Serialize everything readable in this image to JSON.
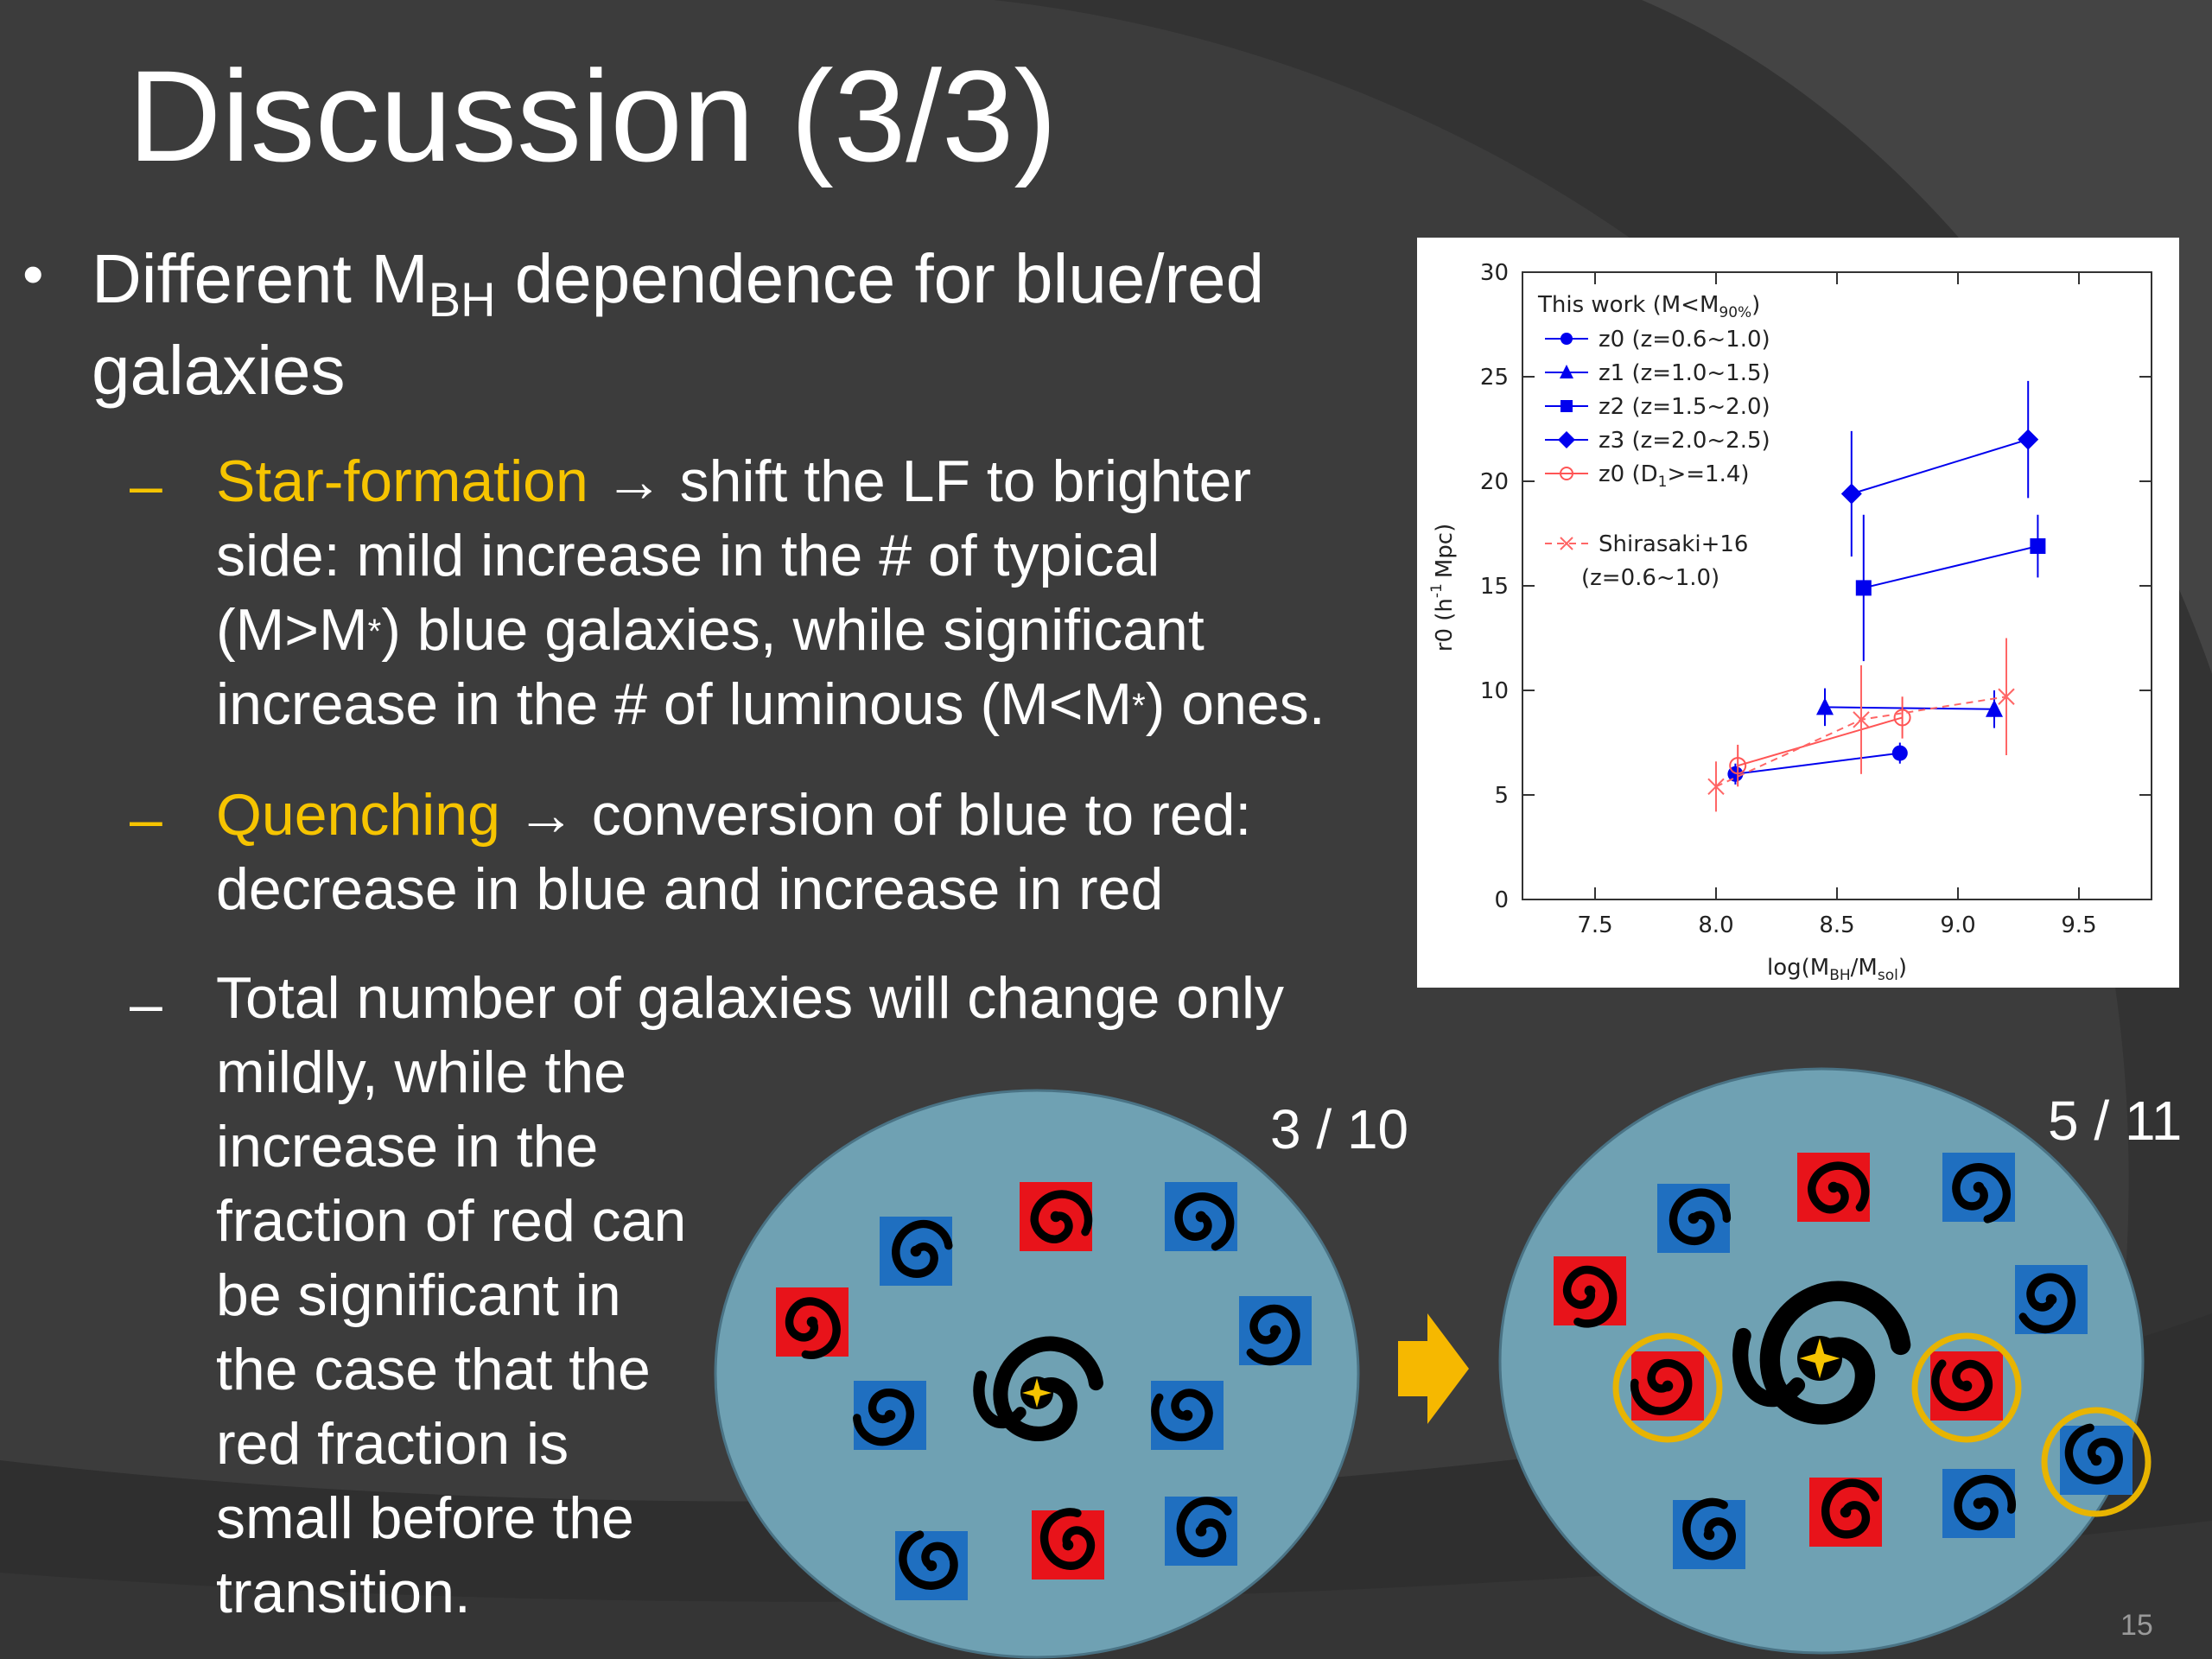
{
  "slide": {
    "title": "Discussion (3/3)",
    "page_number": "15",
    "bullet": {
      "text_before": "Different M",
      "subscript": "BH",
      "text_after": " dependence for blue/red galaxies"
    },
    "sub_bullets": [
      {
        "dash": "–",
        "highlight": "Star-formation",
        "arrow": " → ",
        "line1": "shift the LF to brighter",
        "line2": "side: mild increase in the # of typical",
        "line3_pre": "(M>M",
        "line3_post": ") blue galaxies, while significant",
        "line4_pre": "increase in the # of luminous (M<M",
        "line4_post": ") ones.",
        "star": "*"
      },
      {
        "dash": "–",
        "highlight": "Quenching",
        "arrow": " → ",
        "line1": "conversion of blue to red:",
        "line2": "decrease in blue and increase in red"
      },
      {
        "dash": "–",
        "lines": [
          "Total number of galaxies will change only",
          "mildly, while the",
          "increase in the",
          "fraction of red can",
          "be significant in",
          "the case that the",
          "red fraction is",
          "small before the",
          "transition."
        ]
      }
    ],
    "diagram": {
      "before_fraction": "3 / 10",
      "after_fraction": "5 / 11",
      "colors": {
        "cluster": "#6fa1b3",
        "blue_galaxy": "#1f6fc0",
        "red_galaxy": "#e8131a",
        "arrow": "#f6b800",
        "ring": "#e8b400"
      },
      "icons": {
        "galaxy": "spiral-galaxy-icon",
        "black_hole": "black-hole-icon",
        "transition": "arrow-right-icon",
        "circle": "highlight-ring-icon"
      }
    }
  },
  "chart_data": {
    "type": "scatter",
    "title": "",
    "xlabel": "log(M",
    "xlabel_sub": "BH",
    "xlabel_mid": "/M",
    "xlabel_sub2": "sol",
    "xlabel_end": ")",
    "ylabel": "r0 (h",
    "ylabel_sup": "-1",
    "ylabel_end": "Mpc)",
    "xlim": [
      7.2,
      9.8
    ],
    "ylim": [
      0,
      30
    ],
    "xticks": [
      "7.5",
      "8.0",
      "8.5",
      "9.0",
      "9.5"
    ],
    "yticks": [
      "0",
      "5",
      "10",
      "15",
      "20",
      "25",
      "30"
    ],
    "legend": {
      "header": "This work (M<M",
      "header_sub": "90%",
      "header_end": ")",
      "placement": "top-left"
    },
    "series": [
      {
        "name": "z0 (z=0.6~1.0)",
        "marker": "circle",
        "color": "#0000ee",
        "points": [
          {
            "x": 8.08,
            "y": 6.0,
            "err": 0.5
          },
          {
            "x": 8.76,
            "y": 7.0,
            "err": 0.5
          }
        ]
      },
      {
        "name": "z1 (z=1.0~1.5)",
        "marker": "triangle",
        "color": "#0000ee",
        "points": [
          {
            "x": 8.45,
            "y": 9.2,
            "err": 0.9
          },
          {
            "x": 9.15,
            "y": 9.1,
            "err": 0.9
          }
        ]
      },
      {
        "name": "z2 (z=1.5~2.0)",
        "marker": "square",
        "color": "#0000ee",
        "points": [
          {
            "x": 8.61,
            "y": 14.9,
            "err": 3.5
          },
          {
            "x": 9.33,
            "y": 16.9,
            "err": 1.5
          }
        ]
      },
      {
        "name": "z3 (z=2.0~2.5)",
        "marker": "diamond",
        "color": "#0000ee",
        "points": [
          {
            "x": 8.56,
            "y": 19.4,
            "err": 3.0
          },
          {
            "x": 9.29,
            "y": 22.0,
            "err": 2.8
          }
        ]
      },
      {
        "name_pre": "z0 (D",
        "name_sub": "1",
        "name_post": ">=1.4)",
        "marker": "open-circle",
        "color": "#ff5555",
        "points": [
          {
            "x": 8.09,
            "y": 6.4,
            "err": 1.0
          },
          {
            "x": 8.77,
            "y": 8.7,
            "err": 1.0
          }
        ]
      },
      {
        "name": "Shirasaki+16",
        "name_line2": "(z=0.6~1.0)",
        "marker": "cross",
        "color": "#ff6666",
        "dashed": true,
        "points": [
          {
            "x": 8.0,
            "y": 5.4,
            "err": 1.2
          },
          {
            "x": 8.6,
            "y": 8.6,
            "err": 2.6
          },
          {
            "x": 9.2,
            "y": 9.7,
            "err": 2.8
          }
        ]
      }
    ]
  }
}
